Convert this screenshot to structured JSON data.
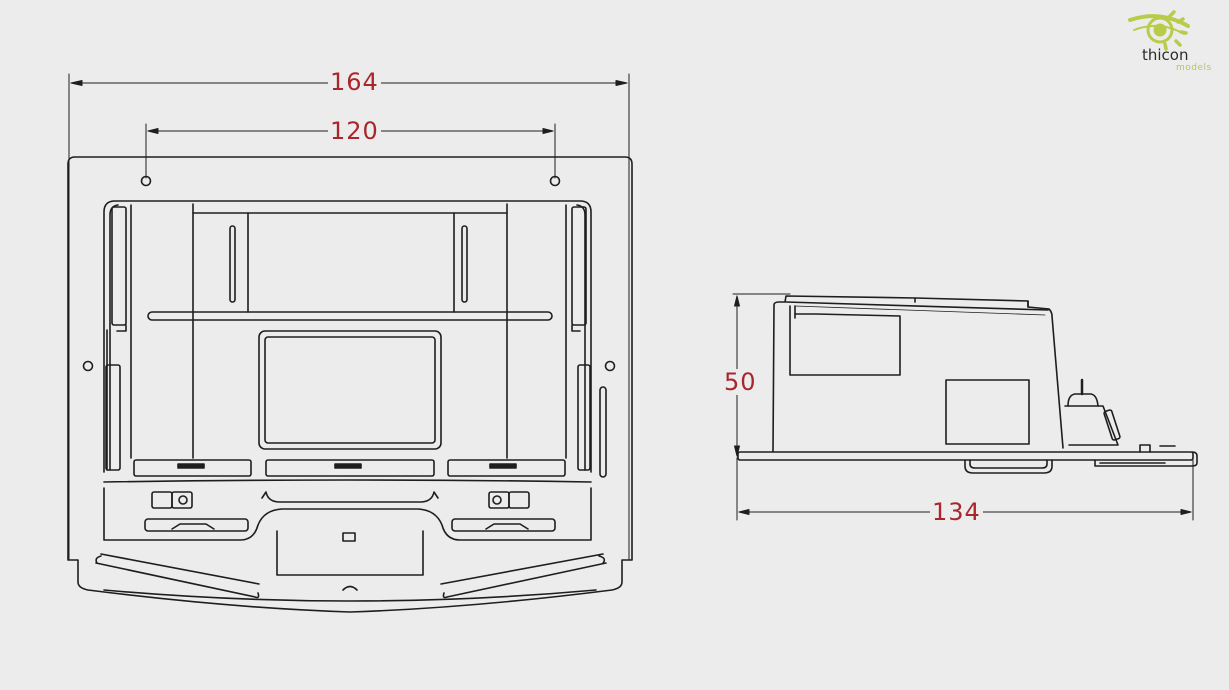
{
  "logo": {
    "brand": "thicon",
    "sub": "models",
    "gear_color": "#b9cc4a",
    "icon": "gear-icon"
  },
  "front_view": {
    "width_dimension": "164",
    "hole_spacing_dimension": "120"
  },
  "side_view": {
    "height_dimension": "50",
    "length_dimension": "134"
  },
  "colors": {
    "background": "#ececec",
    "line": "#1e1e1e",
    "dimension_text": "#a8262c"
  }
}
